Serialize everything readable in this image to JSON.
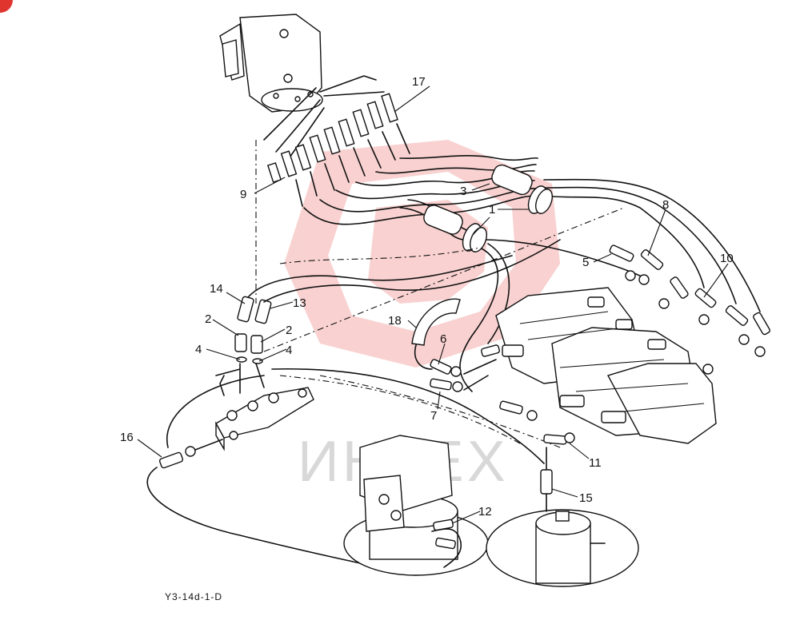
{
  "diagram": {
    "labels": [
      {
        "id": "1",
        "text": "1"
      },
      {
        "id": "2a",
        "text": "2"
      },
      {
        "id": "2b",
        "text": "2"
      },
      {
        "id": "3",
        "text": "3"
      },
      {
        "id": "4a",
        "text": "4"
      },
      {
        "id": "4b",
        "text": "4"
      },
      {
        "id": "5",
        "text": "5"
      },
      {
        "id": "6",
        "text": "6"
      },
      {
        "id": "7",
        "text": "7"
      },
      {
        "id": "8",
        "text": "8"
      },
      {
        "id": "9",
        "text": "9"
      },
      {
        "id": "10",
        "text": "10"
      },
      {
        "id": "11",
        "text": "11"
      },
      {
        "id": "12",
        "text": "12"
      },
      {
        "id": "13",
        "text": "13"
      },
      {
        "id": "14",
        "text": "14"
      },
      {
        "id": "15",
        "text": "15"
      },
      {
        "id": "16",
        "text": "16"
      },
      {
        "id": "17",
        "text": "17"
      },
      {
        "id": "18",
        "text": "18"
      }
    ],
    "drawing_code": "Y3-14d-1-D"
  },
  "watermark": {
    "text": "ИНТЕХ",
    "color": "#e0342f"
  }
}
